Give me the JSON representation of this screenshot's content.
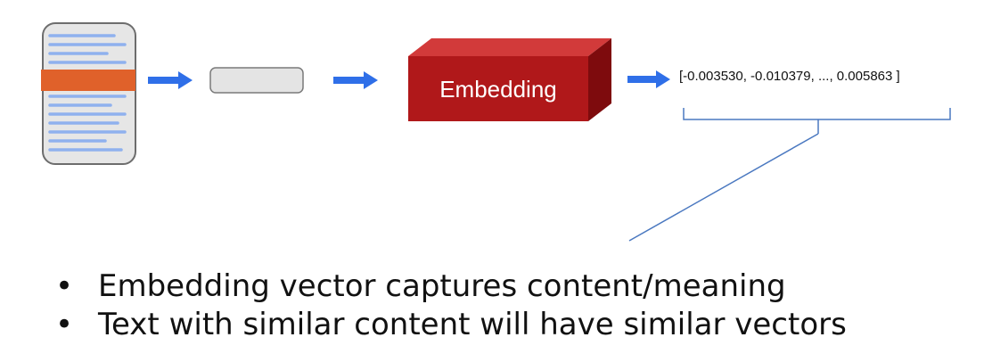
{
  "diagram": {
    "embedding_label": "Embedding",
    "vector_text": "[-0.003530, -0.010379, ..., 0.005863 ]",
    "colors": {
      "arrow": "#2f6fe8",
      "doc_lines": "#8fb1ee",
      "highlight": "#e0612a",
      "embed_front": "#b0181a",
      "embed_top": "#d23a3a",
      "embed_side": "#7e0b0d",
      "bracket": "#4a78c0"
    }
  },
  "bullets": [
    "Embedding vector captures content/meaning",
    "Text with similar content will have similar vectors"
  ]
}
